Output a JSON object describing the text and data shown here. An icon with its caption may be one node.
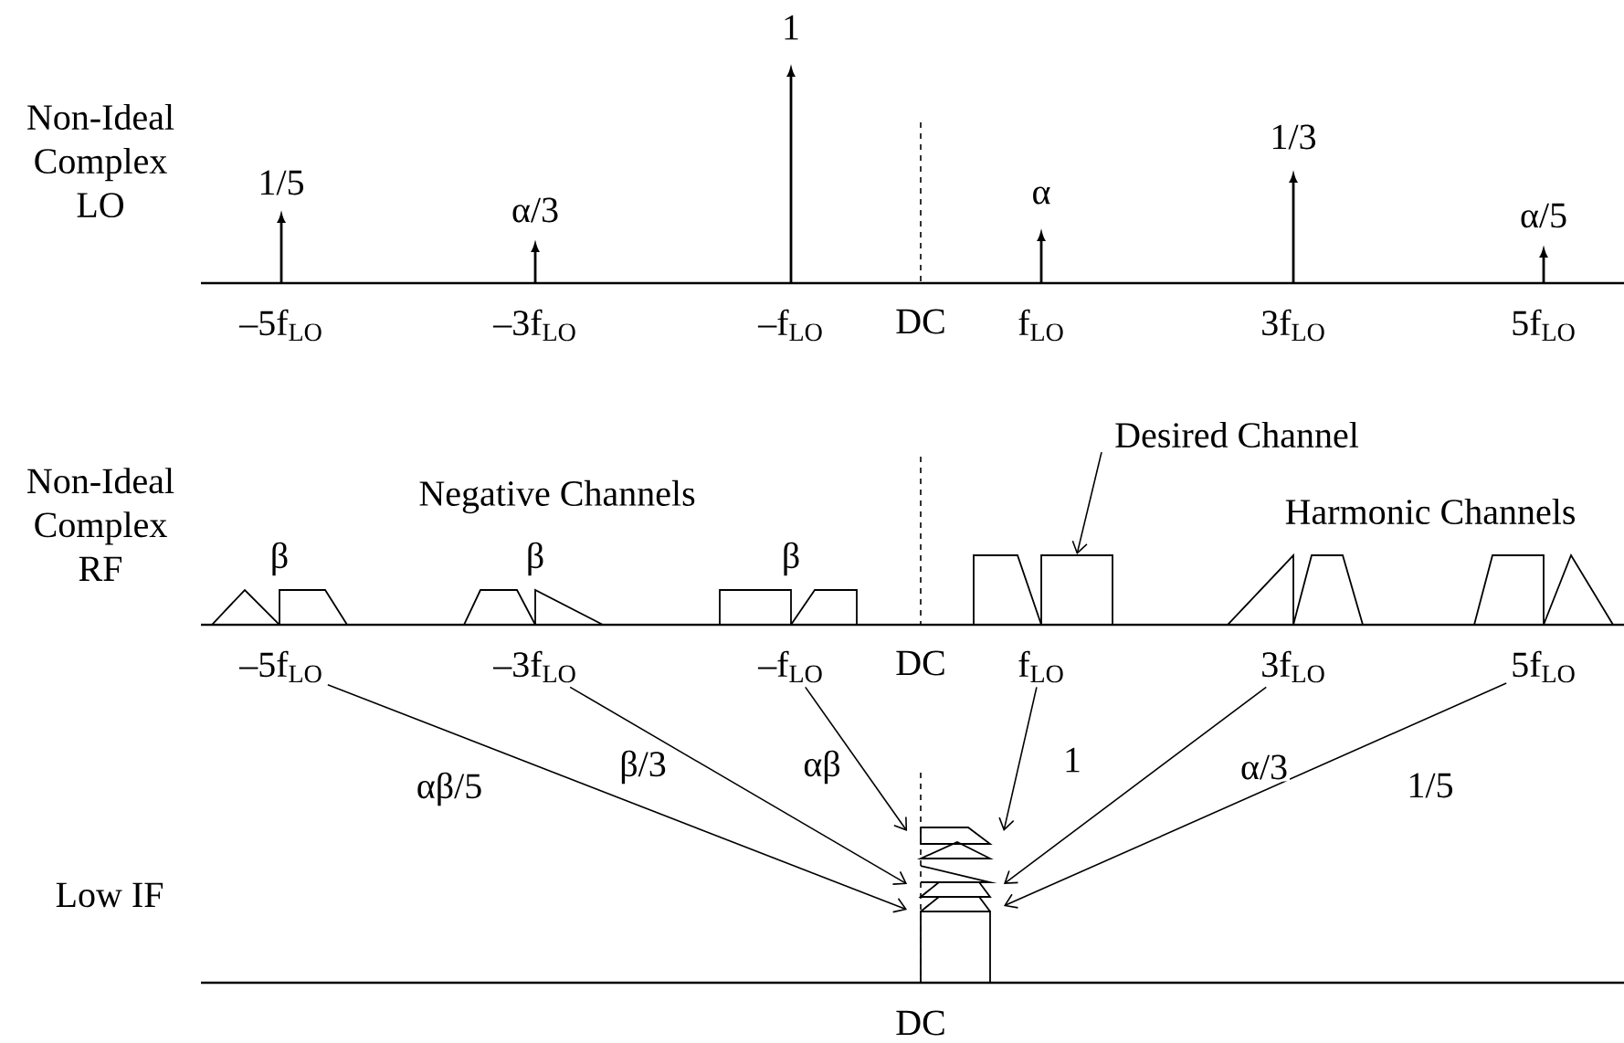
{
  "diagram": {
    "nodes": [
      {
        "text": [
          "Desired Channel"
        ]
      },
      {
        "text": [],
        "shape": "box"
      },
      {
        "text": [
          "–5f$_{LO}$"
        ]
      },
      {
        "text": [
          "–3f$_{LO}$"
        ]
      },
      {
        "text": [
          "–f$_{LO}$"
        ]
      },
      {
        "text": [
          "f$_{LO}$"
        ]
      },
      {
        "text": [
          "3f$_{LO}$"
        ]
      },
      {
        "text": [
          "5f$_{LO}$"
        ]
      },
      {
        "text": [],
        "shape": "picture"
      }
    ],
    "edges": [
      {
        "from": 0,
        "to": 1,
        "arrow": "to"
      },
      {
        "from": 2,
        "to": 8,
        "arrow": "to",
        "label": "αβ/5"
      },
      {
        "from": 3,
        "to": 8,
        "arrow": "to",
        "label": "β/3"
      },
      {
        "from": 4,
        "to": 8,
        "arrow": "to",
        "label": "αβ"
      },
      {
        "from": 5,
        "to": 8,
        "arrow": "to",
        "label": "1"
      },
      {
        "from": 6,
        "to": 8,
        "arrow": "to",
        "label": "α/3"
      },
      {
        "from": 7,
        "to": 8,
        "arrow": "to",
        "label": "1/5"
      }
    ],
    "labels": [
      "Non-Ideal Complex LO",
      "1",
      "1/5",
      "α/3",
      "α",
      "1/3",
      "α/5",
      "–5f$_{LO}$",
      "–3f$_{LO}$",
      "–f$_{LO}$",
      "DC",
      "f$_{LO}$",
      "3f$_{LO}$",
      "5f$_{LO}$",
      "Non-Ideal Complex RF",
      "Negative Channels",
      "Harmonic Channels",
      "β",
      "β",
      "β",
      "DC",
      "Low IF",
      "DC"
    ]
  }
}
